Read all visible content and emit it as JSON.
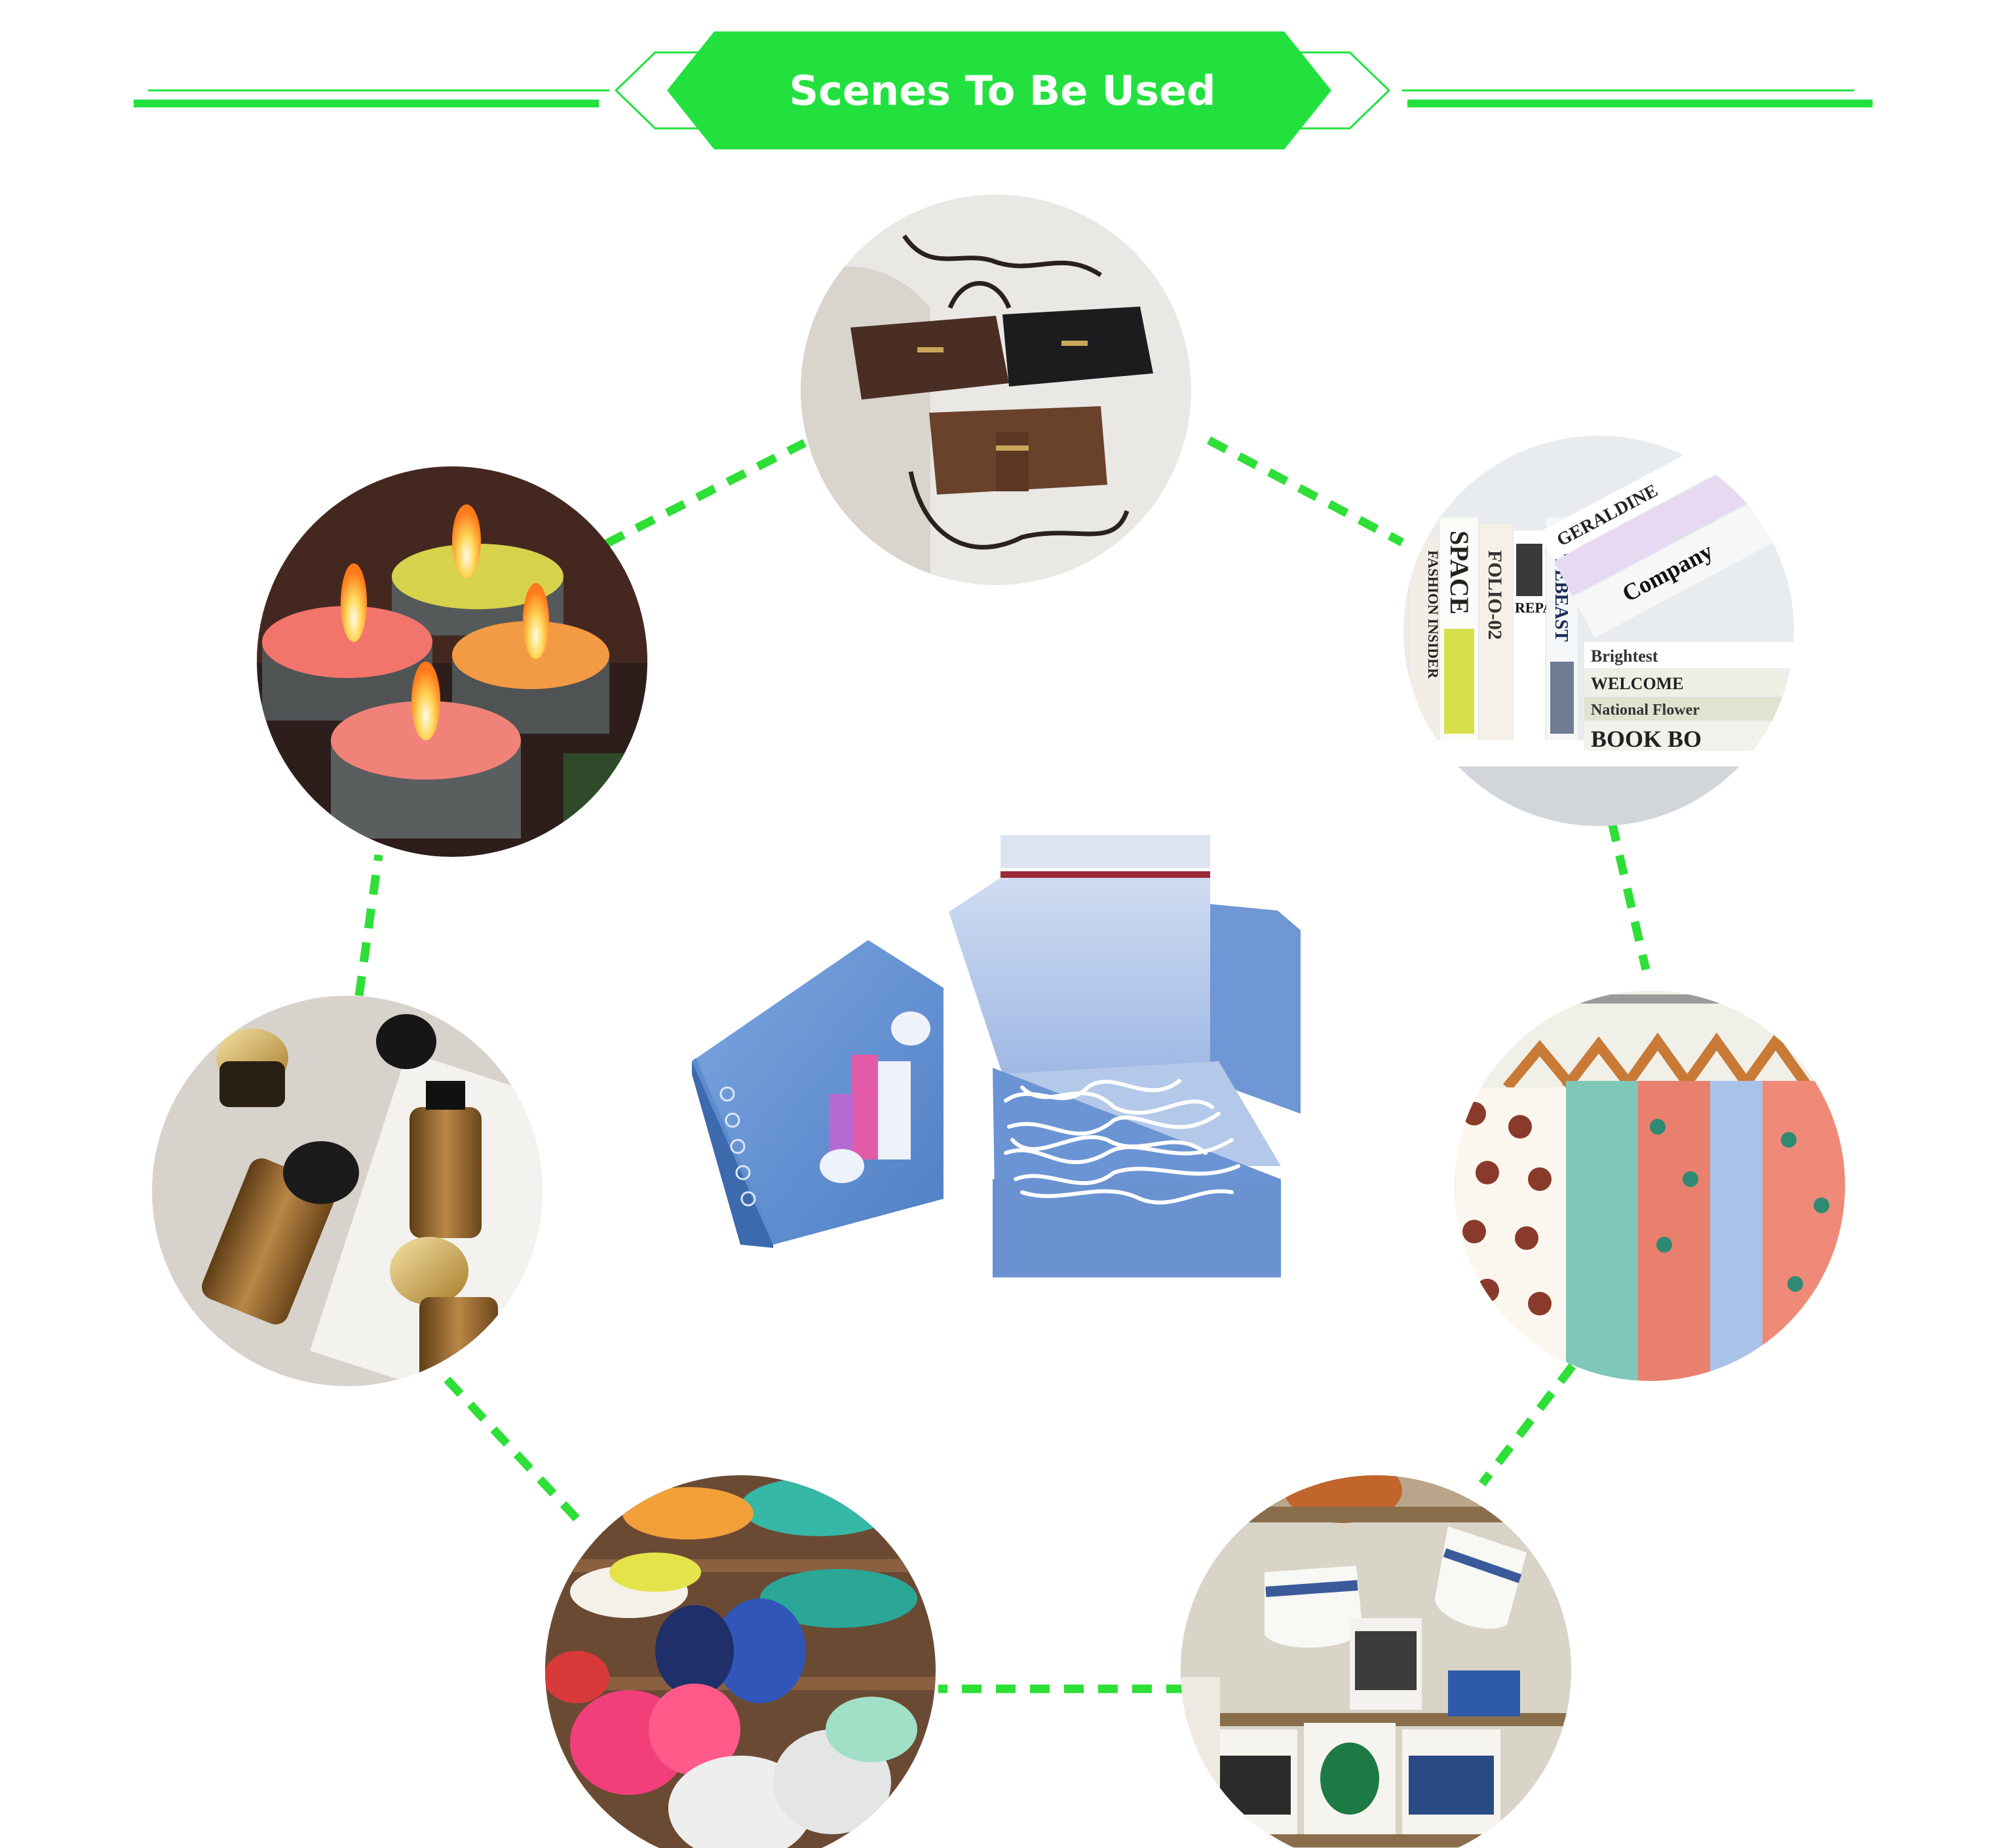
{
  "banner": {
    "title": "Scenes To Be Used"
  },
  "colors": {
    "accent": "#22e13f",
    "ring_dash": "#2ddf36"
  },
  "scenes": [
    {
      "id": "bags",
      "icon": "handbag-icon"
    },
    {
      "id": "books",
      "icon": "book-icon"
    },
    {
      "id": "clothes",
      "icon": "shirt-icon"
    },
    {
      "id": "mugs",
      "icon": "mug-icon"
    },
    {
      "id": "shoes",
      "icon": "sneaker-icon"
    },
    {
      "id": "cosmetics",
      "icon": "bottle-icon"
    },
    {
      "id": "candles",
      "icon": "candle-icon"
    }
  ],
  "books_text": {
    "space": "SPACE",
    "fashion": "FASHION INSIDER",
    "folio": "FOLIO-02",
    "repair": "REPAIR",
    "hypebeast": "HYPEBEAST",
    "geraldine": "GERALDINE",
    "company": "Company",
    "brightest": "Brightest",
    "welcome": "WELCOME",
    "national": "National Flower",
    "bookbo": "BOOK BO"
  }
}
